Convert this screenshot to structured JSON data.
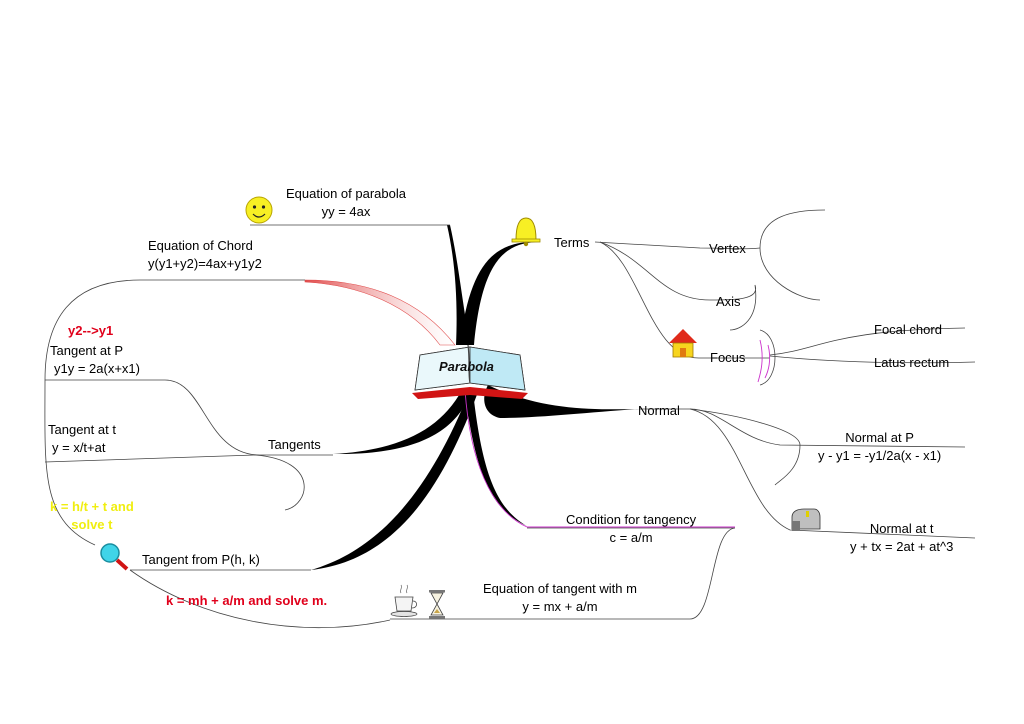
{
  "center": {
    "title": "Parabola"
  },
  "nodes": {
    "eq_parabola": {
      "title": "Equation of parabola",
      "formula": "yy = 4ax"
    },
    "eq_chord": {
      "title": "Equation of Chord",
      "formula": "y(y1+y2)=4ax+y1y2"
    },
    "y2_y1": "y2-->y1",
    "tangent_p": {
      "title": "Tangent at P",
      "formula": "y1y = 2a(x+x1)"
    },
    "tangent_t": {
      "title": "Tangent at  t",
      "formula": "y = x/t+at"
    },
    "tangents": "Tangents",
    "k_ht": {
      "line1": "k = h/t + t and",
      "line2": "solve t"
    },
    "tangent_from": "Tangent from P(h, k)",
    "k_mh": "k = mh + a/m and solve m.",
    "eq_tangent_m": {
      "title": "Equation of tangent with m",
      "formula": "y = mx + a/m"
    },
    "condition": {
      "title": "Condition for  tangency",
      "formula": "c = a/m"
    },
    "terms": "Terms",
    "vertex": "Vertex",
    "axis": "Axis",
    "focus": "Focus",
    "focal_chord": "Focal chord",
    "latus_rectum": "Latus rectum",
    "normal": "Normal",
    "normal_p": {
      "title": "Normal at P",
      "formula": "y - y1 = -y1/2a(x - x1)"
    },
    "normal_t": {
      "title": "Normal at t",
      "formula": "y + tx = 2at + at^3"
    }
  },
  "icons": [
    "smiley-icon",
    "bell-icon",
    "house-icon",
    "mailbox-icon",
    "magnifier-icon",
    "coffee-cup-icon",
    "hourglass-icon",
    "open-book-icon"
  ],
  "colors": {
    "branch": "#000000",
    "chord_branch": "#e04b4b",
    "highlight": "#cc33cc",
    "red_note": "#e0001b",
    "yellow_note": "#f0ee10"
  }
}
